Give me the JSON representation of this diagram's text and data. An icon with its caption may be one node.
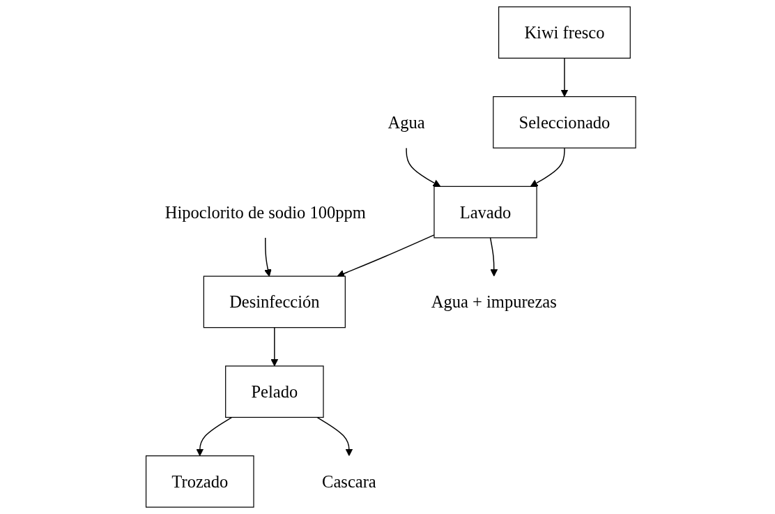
{
  "diagram": {
    "nodes": [
      {
        "text": [
          "Kiwi fresco"
        ]
      },
      {
        "text": [
          "Seleccionado"
        ]
      },
      {
        "text": [
          "Lavado"
        ]
      },
      {
        "text": [
          "Desinfección"
        ]
      },
      {
        "text": [
          "Pelado"
        ]
      },
      {
        "text": [
          "Trozado"
        ]
      },
      {
        "text": [
          "Agua"
        ]
      },
      {
        "text": [
          "Agua + impurezas"
        ]
      },
      {
        "text": [
          "Hipoclorito de sodio 100ppm"
        ]
      },
      {
        "text": [
          "Cascara"
        ]
      }
    ],
    "edges": [
      {
        "from": 0,
        "to": 1,
        "arrow": "to"
      },
      {
        "from": 1,
        "to": 2,
        "arrow": "to"
      },
      {
        "from": 2,
        "to": 3,
        "arrow": "to"
      },
      {
        "from": 3,
        "to": 4,
        "arrow": "to"
      },
      {
        "from": 4,
        "to": 5,
        "arrow": "to"
      },
      {
        "from": 6,
        "to": 2,
        "arrow": "to"
      },
      {
        "from": 2,
        "to": 7,
        "arrow": "to"
      },
      {
        "from": 8,
        "to": 3,
        "arrow": "to"
      },
      {
        "from": 4,
        "to": 9,
        "arrow": "to"
      }
    ]
  }
}
